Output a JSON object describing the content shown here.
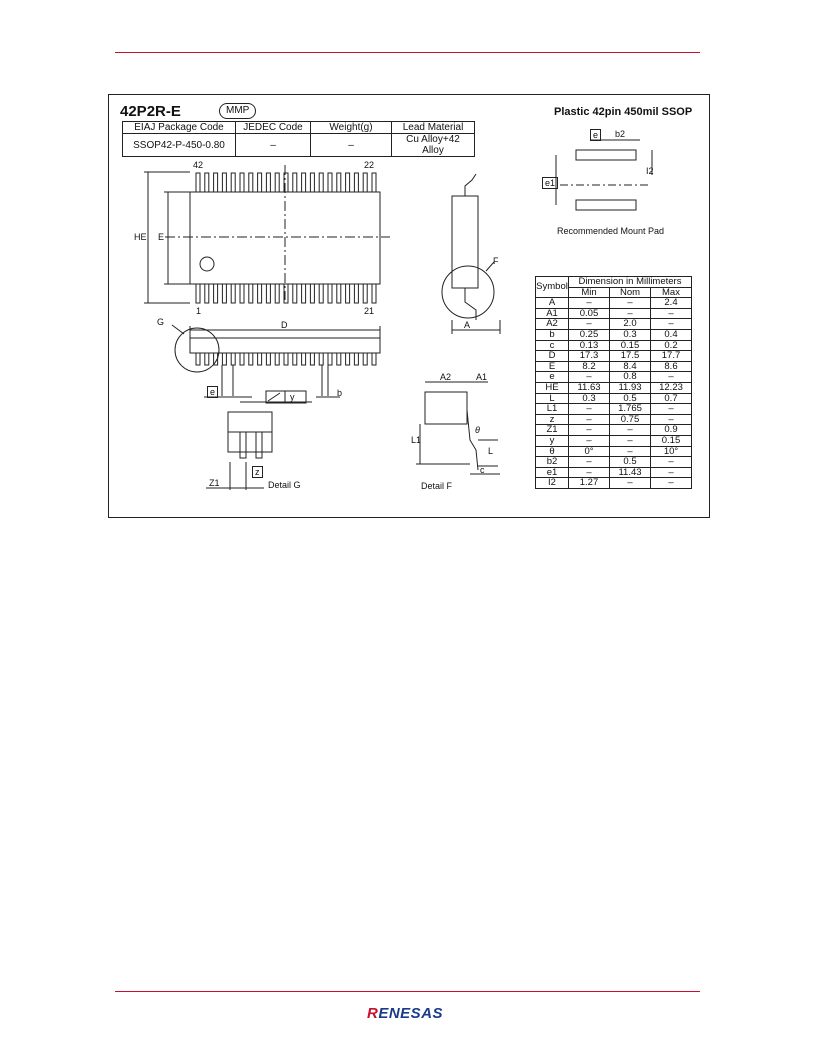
{
  "header": {
    "code": "42P2R-E",
    "badge": "MMP",
    "description": "Plastic 42pin 450mil SSOP"
  },
  "package_table": {
    "headers": [
      "EIAJ Package Code",
      "JEDEC Code",
      "Weight(g)",
      "Lead Material"
    ],
    "values": [
      "SSOP42-P-450-0.80",
      "–",
      "–",
      "Cu Alloy+42 Alloy"
    ]
  },
  "drawing_labels": {
    "pin42": "42",
    "pin22": "22",
    "pin1": "1",
    "pin21": "21",
    "he": "HE",
    "e": "E",
    "d": "D",
    "g": "G",
    "f": "F",
    "a": "A",
    "e_box": "e",
    "y": "y",
    "b": "b",
    "z": "z",
    "z1": "Z1",
    "detail_g": "Detail G",
    "detail_f": "Detail F",
    "a2": "A2",
    "a1": "A1",
    "theta": "θ",
    "l1": "L1",
    "l": "L",
    "c": "c",
    "e1": "e1",
    "b2": "b2",
    "i2": "I2",
    "mount_pad": "Recommended Mount Pad"
  },
  "dimension_table": {
    "symbol_header": "Symbol",
    "group_header": "Dimension in Millimeters",
    "sub_headers": [
      "Min",
      "Nom",
      "Max"
    ],
    "rows": [
      {
        "symbol": "A",
        "min": "–",
        "nom": "–",
        "max": "2.4"
      },
      {
        "symbol": "A1",
        "min": "0.05",
        "nom": "–",
        "max": "–"
      },
      {
        "symbol": "A2",
        "min": "–",
        "nom": "2.0",
        "max": "–"
      },
      {
        "symbol": "b",
        "min": "0.25",
        "nom": "0.3",
        "max": "0.4"
      },
      {
        "symbol": "c",
        "min": "0.13",
        "nom": "0.15",
        "max": "0.2"
      },
      {
        "symbol": "D",
        "min": "17.3",
        "nom": "17.5",
        "max": "17.7"
      },
      {
        "symbol": "E",
        "min": "8.2",
        "nom": "8.4",
        "max": "8.6"
      },
      {
        "symbol": "e",
        "min": "–",
        "nom": "0.8",
        "max": "–"
      },
      {
        "symbol": "HE",
        "min": "11.63",
        "nom": "11.93",
        "max": "12.23"
      },
      {
        "symbol": "L",
        "min": "0.3",
        "nom": "0.5",
        "max": "0.7"
      },
      {
        "symbol": "L1",
        "min": "–",
        "nom": "1.765",
        "max": "–"
      },
      {
        "symbol": "z",
        "min": "–",
        "nom": "0.75",
        "max": "–"
      },
      {
        "symbol": "Z1",
        "min": "–",
        "nom": "–",
        "max": "0.9"
      },
      {
        "symbol": "y",
        "min": "–",
        "nom": "–",
        "max": "0.15"
      },
      {
        "symbol": "θ",
        "min": "0°",
        "nom": "–",
        "max": "10°"
      },
      {
        "symbol": "b2",
        "min": "–",
        "nom": "0.5",
        "max": "–"
      },
      {
        "symbol": "e1",
        "min": "–",
        "nom": "11.43",
        "max": "–"
      },
      {
        "symbol": "I2",
        "min": "1.27",
        "nom": "–",
        "max": "–"
      }
    ]
  },
  "footer": {
    "logo_r": "R",
    "logo_rest": "ENESAS"
  },
  "colors": {
    "rule": "#c8102e",
    "logo_blue": "#1a3b8c",
    "logo_red": "#c8102e"
  }
}
